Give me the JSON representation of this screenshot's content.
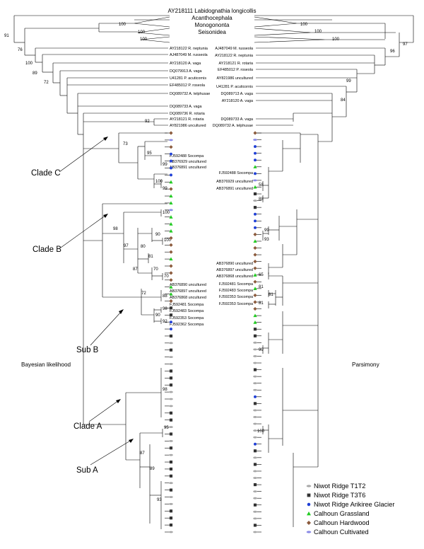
{
  "root_taxon": "AY218111 Labidognathia longicollis",
  "collapsed_groups": [
    "Acanthocephala",
    "Monogononta",
    "Seisonidea"
  ],
  "left_leaves": [
    "AY218122 R. neptunia",
    "AJ487049 M. russeola",
    "AY218120 A. vaga",
    "DQ079913 A. vaga",
    "U41281 P. acuticornis",
    "EF485012 P. roseola",
    "DQ089732 A. telphusae",
    "DQ089733 A. vaga",
    "DQ089736 R. rotaria",
    "AY218121 R. rotaria",
    "AY821986 uncultured"
  ],
  "right_leaves": [
    "AJ487049 M. russeola",
    "AY218122 R. neptunia",
    "AY218121 R. rotaria",
    "EF485012 P. roseola",
    "AY821986 uncultured",
    "U41281 P. acuticornis",
    "DQ089713 A. vaga",
    "AY218120 A. vaga",
    "DQ089733 A. vaga",
    "DQ089732 A. telphusae"
  ],
  "left_env": [
    "FJ592488 Socompa",
    "AB376929 uncultured",
    "AB376891 uncultured",
    "AB376890 uncultured",
    "AB376897 uncultured",
    "AB376868 uncultured",
    "FJ592481 Socompa",
    "FJ592483 Socompa",
    "FJ592353 Socompa",
    "FJ592362 Socompa"
  ],
  "right_env": [
    "FJ592488 Socompa",
    "AB376929 uncultured",
    "AB376891 uncultured",
    "AB376890 uncultured",
    "AB376897 uncultured",
    "AB376868 uncultured",
    "FJ592481 Socompa",
    "FJ592483 Socompa",
    "FJ592353 Socompa",
    "FJ592353 Socompa"
  ],
  "support_left": [
    "100",
    "91",
    "100",
    "100",
    "76",
    "100",
    "89",
    "72",
    "92",
    "73",
    "95",
    "99",
    "100",
    "99",
    "98",
    "100",
    "90",
    "100",
    "97",
    "80",
    "81",
    "87",
    "70",
    "70",
    "88",
    "98",
    "90",
    "92",
    "72",
    "98",
    "95",
    "87",
    "89",
    "93"
  ],
  "support_right": [
    "100",
    "100",
    "100",
    "97",
    "96",
    "99",
    "84",
    "58",
    "88",
    "99",
    "93",
    "65",
    "81",
    "81",
    "81",
    "99",
    "100"
  ],
  "clade_labels": [
    "Clade C",
    "Clade B",
    "Sub B",
    "Clade A",
    "Sub A"
  ],
  "side_labels": {
    "left": "Bayesian likelihood",
    "right": "Parsimony"
  },
  "legend": [
    {
      "label": "Niwot Ridge T1T2",
      "shape": "ellipse",
      "color": "#a8a8a8"
    },
    {
      "label": "Niwot Ridge T3T6",
      "shape": "square",
      "color": "#333333"
    },
    {
      "label": "Niwot Ridge Arikiree Glacier",
      "shape": "circle",
      "color": "#1f3fd6"
    },
    {
      "label": "Calhoun Grassland",
      "shape": "triangle",
      "color": "#22cc22"
    },
    {
      "label": "Calhoun Hardwood",
      "shape": "diamond",
      "color": "#8b5a3c"
    },
    {
      "label": "Calhoun Cultivated",
      "shape": "ellipse",
      "color": "#8a8ae6"
    }
  ],
  "left_markers": [
    "hw",
    "cu",
    "hw",
    "bl",
    "bl",
    "bl",
    "bl",
    "gr",
    "hw",
    "gr",
    "gr",
    "cu",
    "gr",
    "gr",
    "gr",
    "hw",
    "hw",
    "hw",
    "gr",
    "hw",
    "hw",
    "hw",
    "gr",
    "gr",
    "hw",
    "t3",
    "t3",
    "bl",
    "bl",
    "t3",
    "t1",
    "t3",
    "t1",
    "t1",
    "t3",
    "t3",
    "t3",
    "t1",
    "t1",
    "t1",
    "t3",
    "t3",
    "t1",
    "t3",
    "t1",
    "t3",
    "t1",
    "t3",
    "t3",
    "t3",
    "t1",
    "t3",
    "t1",
    "t1",
    "t3",
    "t3",
    "t3",
    "t1"
  ],
  "right_markers": [
    "hw",
    "cu",
    "bl",
    "bl",
    "bl",
    "gr",
    "bl",
    "cu",
    "gr",
    "t3",
    "t1",
    "t3",
    "bl",
    "bl",
    "bl",
    "hw",
    "gr",
    "hw",
    "hw",
    "hw",
    "hw",
    "gr",
    "hw",
    "gr",
    "hw",
    "hw",
    "hw",
    "gr",
    "gr",
    "t3",
    "t3",
    "t1",
    "t1",
    "t1",
    "t1",
    "t3",
    "t1",
    "t1",
    "t1",
    "bl",
    "t3",
    "t1",
    "t1",
    "t1",
    "t1",
    "t1",
    "bl",
    "t3",
    "t1",
    "t3",
    "t1",
    "t1",
    "t3",
    "t1",
    "t1",
    "t3",
    "t1",
    "t1",
    "t3",
    "t1"
  ]
}
